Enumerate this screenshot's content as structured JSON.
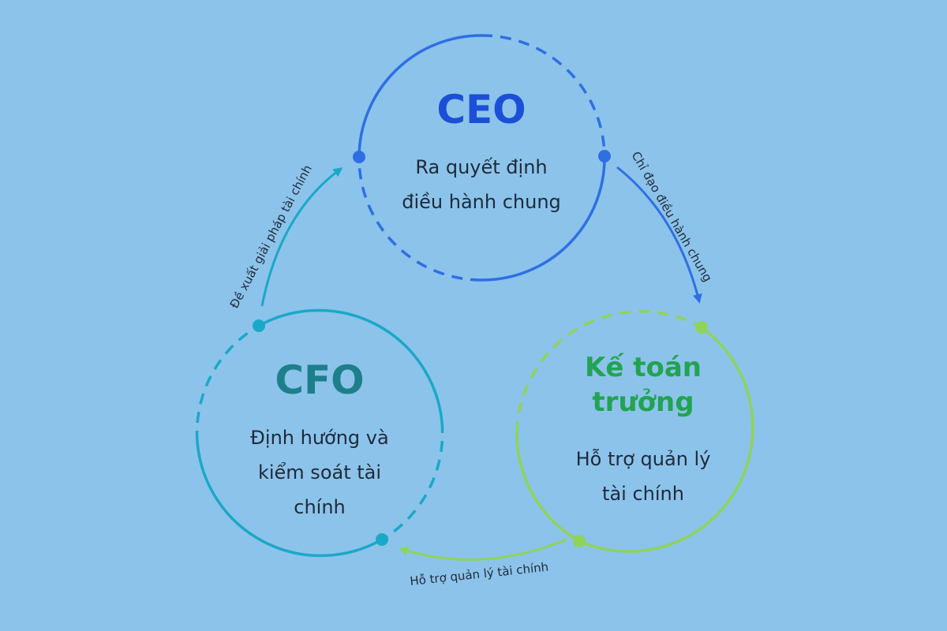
{
  "nodes": {
    "ceo": {
      "title": "CEO",
      "line1": "Ra quyết định",
      "line2": "điều hành chung"
    },
    "cfo": {
      "title": "CFO",
      "line1": "Định hướng và",
      "line2": "kiểm soát tài",
      "line3": "chính"
    },
    "accountant": {
      "title_line1": "Kế toán",
      "title_line2": "trưởng",
      "line1": "Hỗ trợ quản lý",
      "line2": "tài chính"
    }
  },
  "arrows": {
    "ceo_to_accountant": "Chỉ đạo điều hành chung",
    "accountant_to_cfo": "Hỗ trợ quản lý tài chính",
    "cfo_to_ceo": "Đề xuất giải pháp tài chính"
  },
  "colors": {
    "background": "#8cc3ea",
    "ceo": "#2f6fe4",
    "ceo_title": "#1b4fd8",
    "cfo": "#1aa8c8",
    "cfo_title": "#1d7f8a",
    "accountant": "#8fd35a",
    "accountant_title": "#22a352"
  }
}
